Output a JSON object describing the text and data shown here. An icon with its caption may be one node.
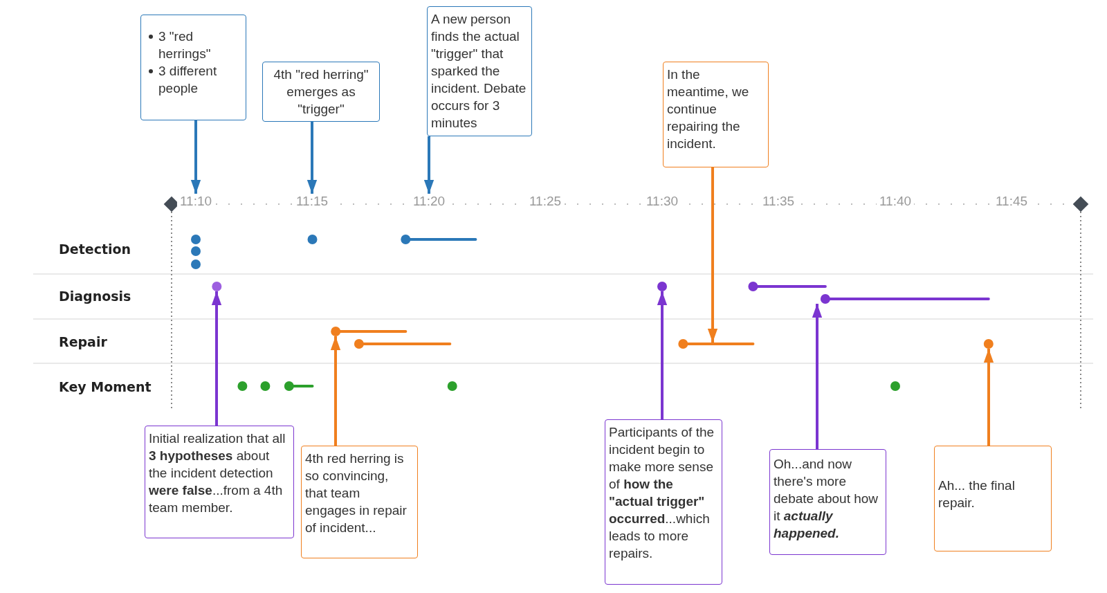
{
  "diagram": {
    "nodes": [
      {
        "text": [
          "3 \"red herrings\"",
          "3 different people"
        ]
      },
      {
        "text": [
          "4th \"red herring\" emerges as \"trigger\""
        ]
      },
      {
        "text": [
          "A new person finds the actual \"trigger\" that sparked the incident. Debate occurs for 3 minutes"
        ]
      },
      {
        "text": [
          "In the meantime, we continue repairing the incident."
        ]
      },
      {
        "text": [
          "Initial realization that all **3 hypotheses** about the incident detection **were false**...from a 4th team member."
        ]
      },
      {
        "text": [
          "4th red herring is so convincing, that team engages in repair of incident..."
        ]
      },
      {
        "text": [
          "Participants of the incident begin to make more sense of **how the \"actual trigger\" occurred**...which leads to more repairs."
        ]
      },
      {
        "text": [
          "Oh...and now there's more debate about how it **actually happened.**"
        ]
      },
      {
        "text": [
          "Ah... the final repair."
        ]
      },
      {
        "text": [],
        "shape": "circle"
      },
      {
        "text": [],
        "shape": "bar"
      },
      {
        "text": [],
        "shape": "circle"
      },
      {
        "text": [],
        "shape": "bar"
      },
      {
        "text": [],
        "shape": "bar"
      },
      {
        "text": [],
        "shape": "circle"
      },
      {
        "text": [
          "11:10"
        ]
      },
      {
        "text": [
          "11:15"
        ]
      },
      {
        "text": [
          "11:20"
        ]
      },
      {
        "text": [
          "11:25"
        ]
      },
      {
        "text": [
          "11:30"
        ]
      },
      {
        "text": [
          "11:35"
        ]
      },
      {
        "text": [
          "11:40"
        ]
      },
      {
        "text": [
          "11:45"
        ]
      }
    ],
    "edges": [
      {
        "from": 0,
        "to": 15,
        "arrow": "to",
        "color": "#2b78b8"
      },
      {
        "from": 1,
        "to": 16,
        "arrow": "to",
        "color": "#2b78b8"
      },
      {
        "from": 2,
        "to": 17,
        "arrow": "to",
        "color": "#2b78b8"
      },
      {
        "from": 3,
        "to": 12,
        "arrow": "to",
        "color": "#f07f1e"
      },
      {
        "from": 4,
        "to": 9,
        "arrow": "to",
        "color": "#7b35d0"
      },
      {
        "from": 5,
        "to": 10,
        "arrow": "to",
        "color": "#f07f1e"
      },
      {
        "from": 6,
        "to": 11,
        "arrow": "to",
        "color": "#7b35d0"
      },
      {
        "from": 7,
        "to": 13,
        "arrow": "to",
        "color": "#7b35d0"
      },
      {
        "from": 8,
        "to": 14,
        "arrow": "to",
        "color": "#f07f1e"
      }
    ],
    "labels": [
      "Detection",
      "Diagnosis",
      "Repair",
      "Key Moment"
    ]
  }
}
